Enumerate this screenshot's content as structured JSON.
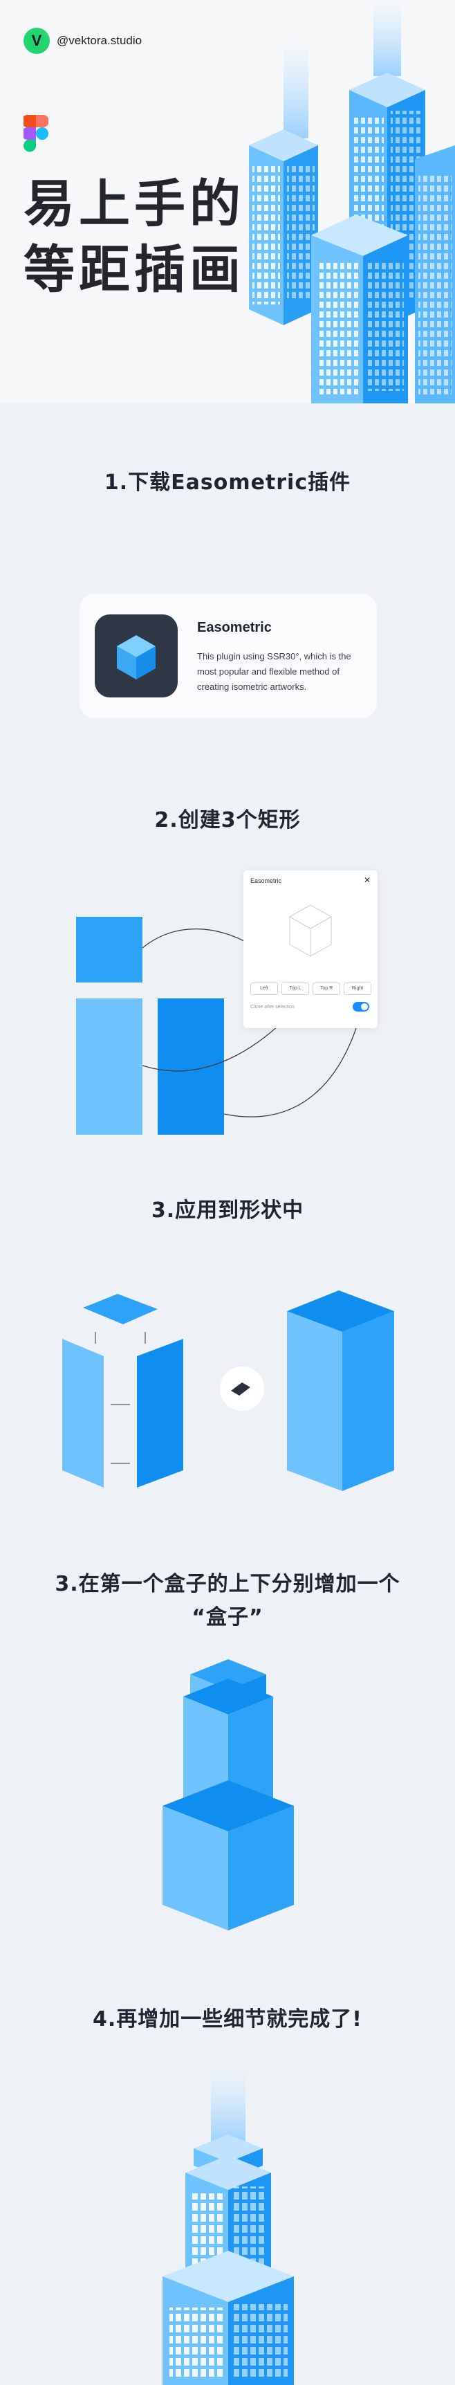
{
  "brand": {
    "handle": "@vektora.studio",
    "logo_letter": "V"
  },
  "hero": {
    "title_line1": "易上手的",
    "title_line2": "等距插画"
  },
  "steps": {
    "s1": "1.下载Easometric插件",
    "s2": "2.创建3个矩形",
    "s3": "3.应用到形状中",
    "s4_line1": "3.在第一个盒子的上下分别增加一个",
    "s4_line2": "“盒子”",
    "s5": "4.再增加一些细节就完成了!"
  },
  "plugin_card": {
    "name": "Easometric",
    "description": "This plugin using SSR30°, which is the most popular and flexible method of creating isometric artworks."
  },
  "plugin_panel": {
    "title": "Easometric",
    "buttons": [
      "Left",
      "Top L",
      "Top R",
      "Right"
    ],
    "checkbox_label": "Clone after selection"
  },
  "colors": {
    "light_blue": "#6ec3ff",
    "mid_blue": "#37a6f7",
    "dark_blue": "#0f8ef0",
    "accent_green": "#22d66f"
  }
}
